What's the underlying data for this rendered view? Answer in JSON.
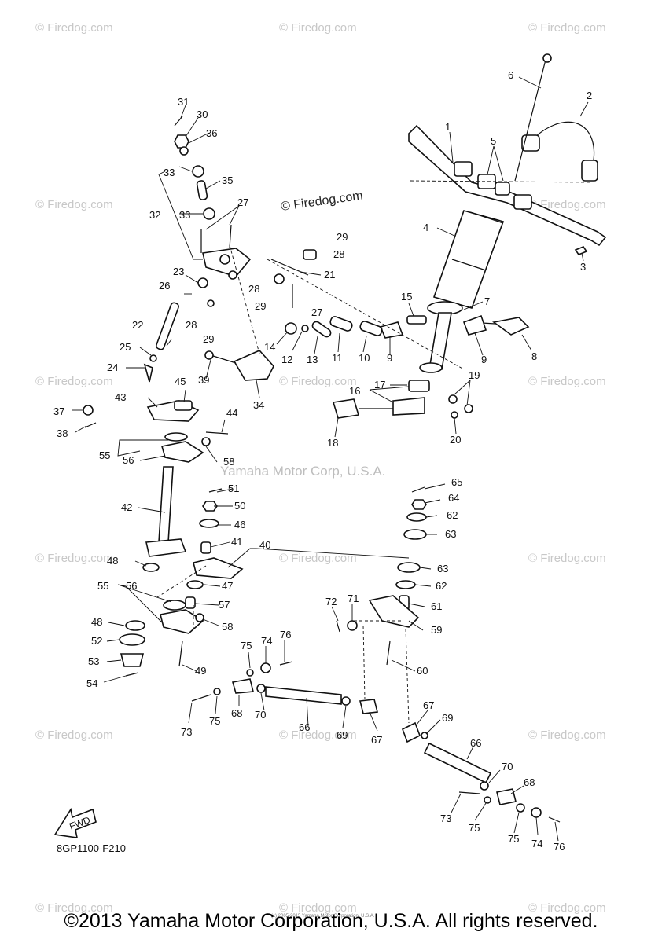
{
  "watermark": "© Firedog.com",
  "center_watermark": "© Firedog.com",
  "yamaha_watermark": "Yamaha Motor Corp, U.S.A.",
  "diagram_code": "8GP1100-F210",
  "fwd_label": "FWD",
  "copyright": "©2013 Yamaha Motor Corporation, U.S.A. All rights reserved.",
  "tiny_copyright": "(c) 2005-2015 Yamaha Motor Corporation, U.S.A.",
  "callouts": [
    "1",
    "2",
    "3",
    "4",
    "5",
    "6",
    "7",
    "8",
    "9",
    "9",
    "10",
    "11",
    "12",
    "13",
    "14",
    "15",
    "16",
    "17",
    "18",
    "19",
    "20",
    "21",
    "22",
    "23",
    "24",
    "25",
    "26",
    "27",
    "27",
    "28",
    "28",
    "28",
    "29",
    "29",
    "29",
    "30",
    "31",
    "32",
    "33",
    "33",
    "34",
    "35",
    "36",
    "37",
    "38",
    "39",
    "40",
    "41",
    "42",
    "43",
    "44",
    "45",
    "46",
    "47",
    "48",
    "48",
    "49",
    "50",
    "51",
    "52",
    "53",
    "54",
    "55",
    "55",
    "56",
    "56",
    "57",
    "58",
    "58",
    "59",
    "60",
    "61",
    "62",
    "62",
    "63",
    "63",
    "64",
    "65",
    "66",
    "66",
    "67",
    "67",
    "68",
    "68",
    "69",
    "69",
    "70",
    "70",
    "71",
    "72",
    "73",
    "73",
    "74",
    "74",
    "75",
    "75",
    "75",
    "75",
    "76",
    "76"
  ]
}
